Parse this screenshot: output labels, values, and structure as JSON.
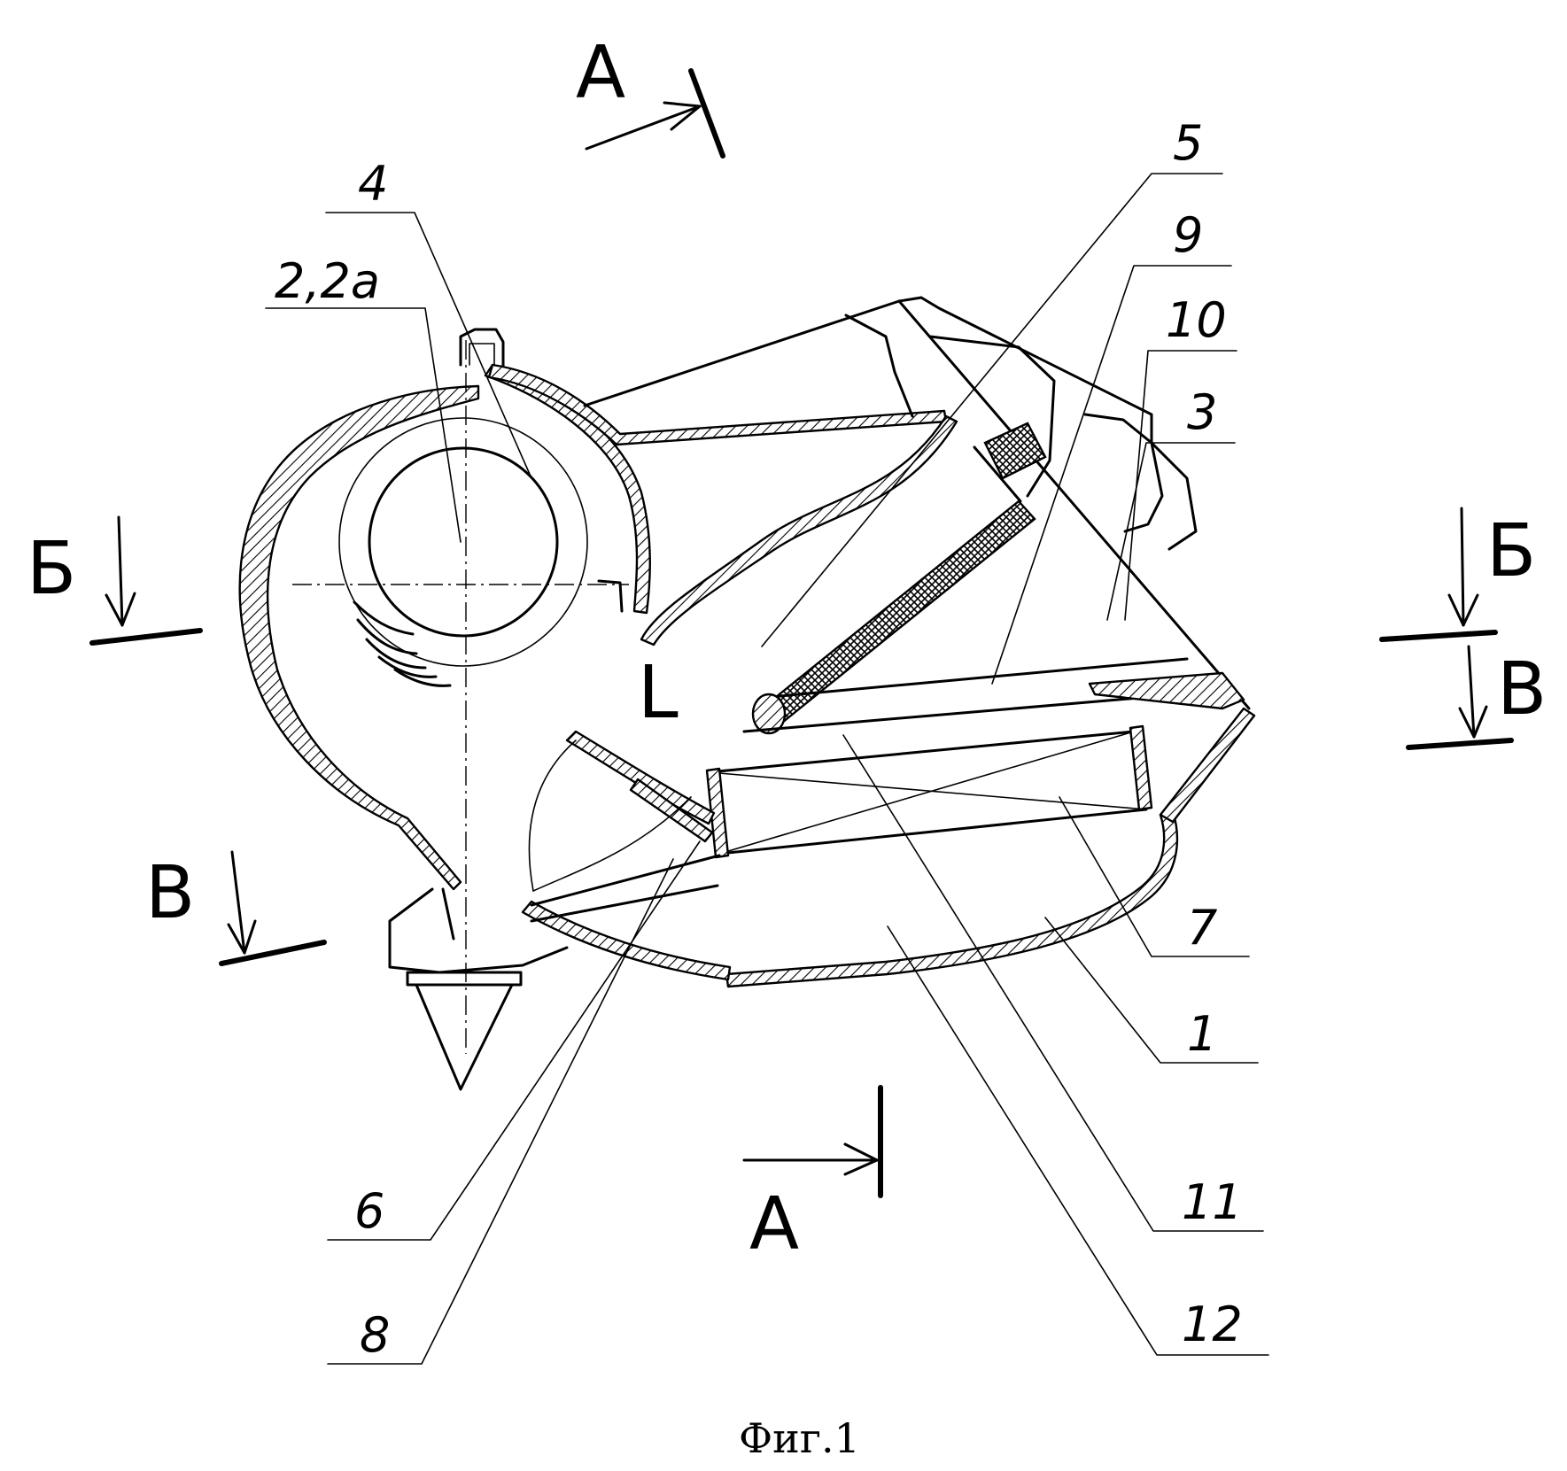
{
  "figure": {
    "caption": "Фиг.1",
    "section_marks": {
      "a_top": "А",
      "a_bottom": "А",
      "b_left": "Б",
      "b_right": "Б",
      "v_left": "В",
      "v_right": "В"
    },
    "internal_marks": {
      "l_mark": "L"
    },
    "callouts": {
      "c1": "1",
      "c2": "2,2а",
      "c3": "3",
      "c4": "4",
      "c5": "5",
      "c6": "6",
      "c7": "7",
      "c8": "8",
      "c9": "9",
      "c10": "10",
      "c11": "11",
      "c12": "12"
    }
  }
}
